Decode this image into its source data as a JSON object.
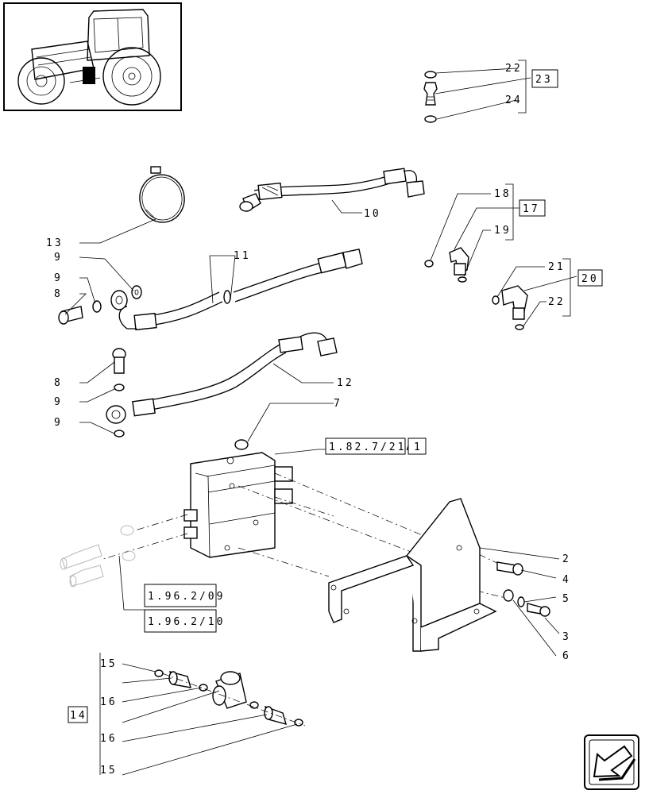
{
  "labels": {
    "p1": "1",
    "p2": "2",
    "p3": "3",
    "p4": "4",
    "p5": "5",
    "p6": "6",
    "p7": "7",
    "p8a": "8",
    "p8b": "8",
    "p9a": "9",
    "p9b": "9",
    "p9c": "9",
    "p9d": "9",
    "p10": "10",
    "p11": "11",
    "p12": "12",
    "p13": "13",
    "p14": "14",
    "p15a": "15",
    "p15b": "15",
    "p16a": "16",
    "p16b": "16",
    "p17": "17",
    "p18": "18",
    "p19": "19",
    "p20": "20",
    "p21": "21",
    "p22a": "22",
    "p22b": "22",
    "p23": "23",
    "p24": "24"
  },
  "references": {
    "ref_valve": "1.82.7/21A",
    "ref_b": "1.96.2/09",
    "ref_c": "1.96.2/10"
  },
  "icons": {
    "thumbnail": "tractor-icon",
    "navigation": "back-arrow-icon"
  }
}
